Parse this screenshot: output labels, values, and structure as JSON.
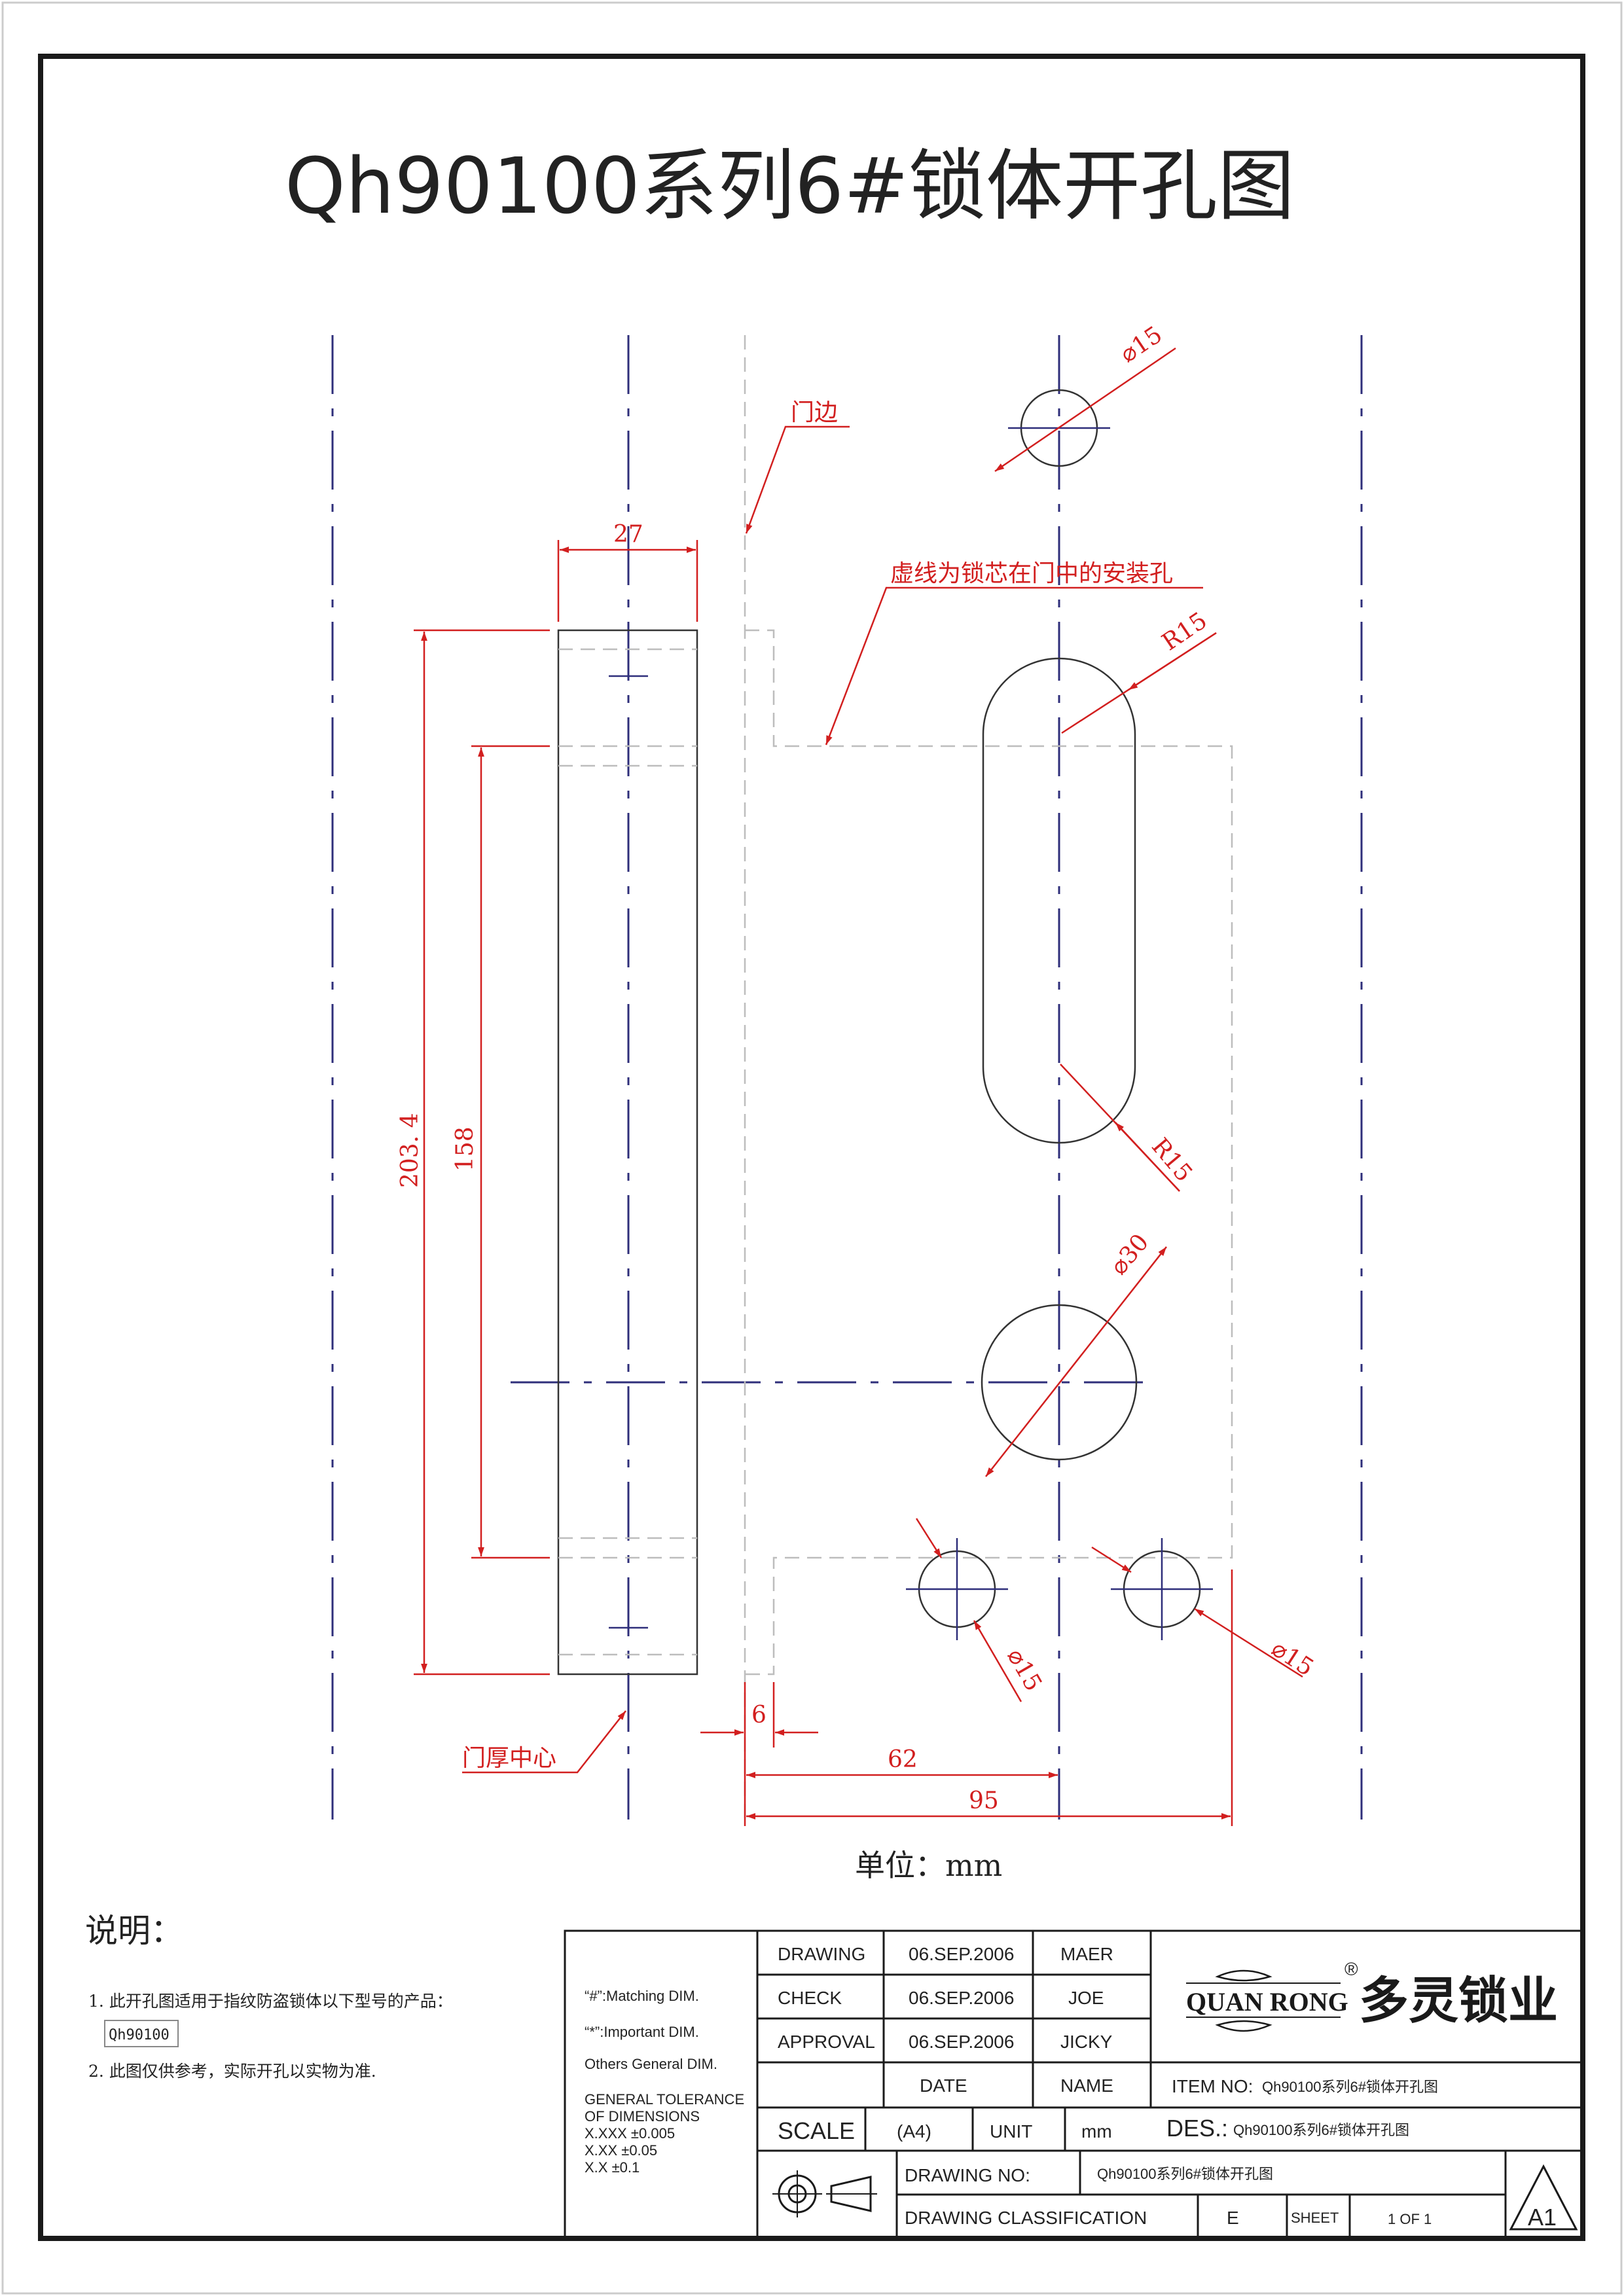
{
  "title": "Qh90100系列6#锁体开孔图",
  "labels": {
    "door_edge": "门边",
    "dashed_note": "虚线为锁芯在门中的安装孔",
    "door_center": "门厚中心",
    "unit": "单位：mm"
  },
  "dimensions": {
    "width_27": "27",
    "height_203": "203. 4",
    "height_158": "158",
    "dia_15_top": "⌀15",
    "r15_top": "R15",
    "r15_bottom": "R15",
    "dia_30": "⌀30",
    "dia_15_bl": "⌀15",
    "dia_15_br": "⌀15",
    "offset_6": "6",
    "dist_62": "62",
    "dist_95": "95"
  },
  "notes": {
    "heading": "说明：",
    "item1": "1. 此开孔图适用于指纹防盗锁体以下型号的产品：",
    "model": "Qh90100",
    "item2": "2. 此图仅供参考，实际开孔以实物为准."
  },
  "titleblock": {
    "matching": "“#”:Matching  DIM.",
    "important": "“*”:Important  DIM.",
    "others": "Others General  DIM.",
    "tol_title1": "GENERAL TOLERANCE",
    "tol_title2": "OF DIMENSIONS",
    "tol1": "X.XXX   ±0.005",
    "tol2": "X.XX     ±0.05",
    "tol3": "X.X        ±0.1",
    "rows": [
      {
        "label": "DRAWING",
        "date": "06.SEP.2006",
        "name": "MAER"
      },
      {
        "label": "CHECK",
        "date": "06.SEP.2006",
        "name": "JOE"
      },
      {
        "label": "APPROVAL",
        "date": "06.SEP.2006",
        "name": "JICKY"
      }
    ],
    "date_header": "DATE",
    "name_header": "NAME",
    "logo_text": "QUAN RONG",
    "registered": "®",
    "brand": "多灵锁业",
    "item_no_label": "ITEM NO:",
    "item_no": "Qh90100系列6#锁体开孔图",
    "scale_label": "SCALE",
    "scale": "(A4)",
    "unit_label": "UNIT",
    "unit": "mm",
    "des_label": "DES.:",
    "des": "Qh90100系列6#锁体开孔图",
    "drawing_no_label": "DRAWING NO:",
    "drawing_no": "Qh90100系列6#锁体开孔图",
    "classification_label": "DRAWING CLASSIFICATION",
    "classification": "E",
    "sheet_label": "SHEET",
    "sheet": "1 OF 1",
    "revision": "A1"
  }
}
